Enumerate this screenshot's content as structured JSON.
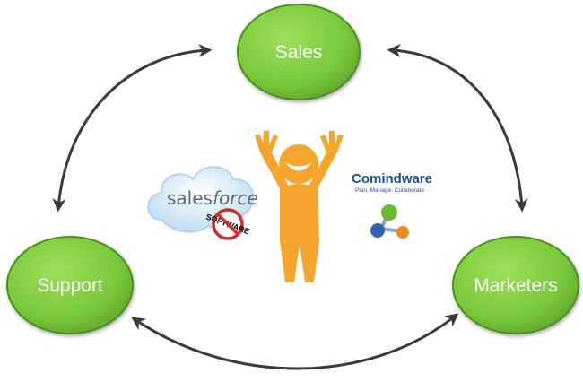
{
  "nodes": {
    "sales": "Sales",
    "support": "Support",
    "marketers": "Marketers"
  },
  "logos": {
    "salesforce": {
      "prefix": "sales",
      "suffix": "force",
      "badge": "SOFTWARE"
    },
    "comindware": {
      "name": "Comindware",
      "tagline": "Plan. Manage. Collaborate"
    }
  },
  "icons": [
    "bidirectional-arrow-icon",
    "happy-person-icon",
    "salesforce-cloud-logo",
    "no-software-icon",
    "comindware-molecule-icon"
  ],
  "colors": {
    "node_fill": "#7ccc3c",
    "node_stroke": "#4e8f1f",
    "person": "#f5a52c",
    "arrow": "#3a3a3a",
    "cloud": "#cfe6f6",
    "comindware_blue": "#1f4fa0",
    "comindware_orange": "#f08a1c"
  }
}
